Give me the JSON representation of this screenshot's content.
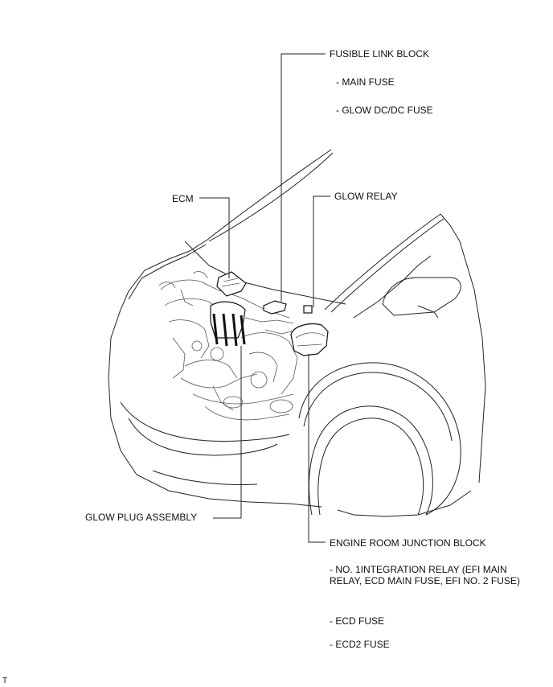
{
  "labels": {
    "fusible_link_block": "FUSIBLE LINK BLOCK",
    "main_fuse": "- MAIN FUSE",
    "glow_dcdc_fuse": "- GLOW DC/DC FUSE",
    "ecm": "ECM",
    "glow_relay": "GLOW RELAY",
    "glow_plug_assembly": "GLOW PLUG ASSEMBLY",
    "engine_room_junction_block": "ENGINE ROOM JUNCTION BLOCK",
    "integration_relay": "- NO. 1INTEGRATION RELAY (EFI MAIN RELAY, ECD MAIN FUSE, EFI NO. 2 FUSE)",
    "ecd_fuse": "- ECD FUSE",
    "ecd2_fuse": "- ECD2 FUSE",
    "corner_mark": "T"
  }
}
